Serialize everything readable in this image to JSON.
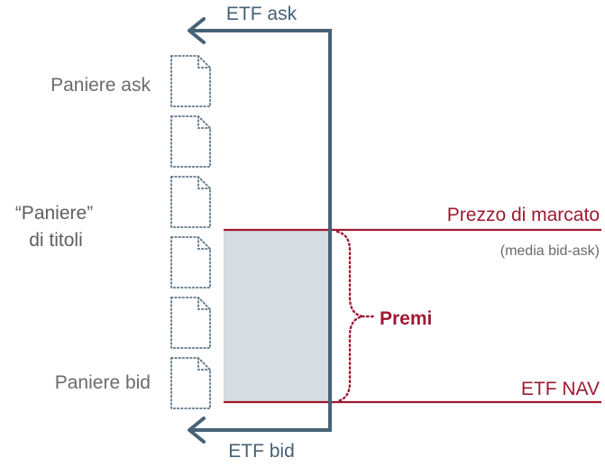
{
  "labels": {
    "etf_ask": "ETF ask",
    "etf_bid": "ETF bid",
    "paniere_ask": "Paniere ask",
    "paniere_bid": "Paniere bid",
    "paniere_titoli_line1": "“Paniere”",
    "paniere_titoli_line2": "di titoli",
    "prezzo_di_marcato": "Prezzo di marcato",
    "media_bid_ask": "(media bid-ask)",
    "premi": "Premi",
    "etf_nav": "ETF NAV"
  },
  "icons": {
    "document": "document-outline-icon",
    "arrow": "left-arrow-icon",
    "brace": "curly-brace-icon"
  },
  "colors": {
    "arrow": "#466276",
    "accent_red": "#9e1b32",
    "shade": "#d5dde2",
    "gray_text": "#6b6b6b",
    "doc_dots": "#5b7386"
  }
}
